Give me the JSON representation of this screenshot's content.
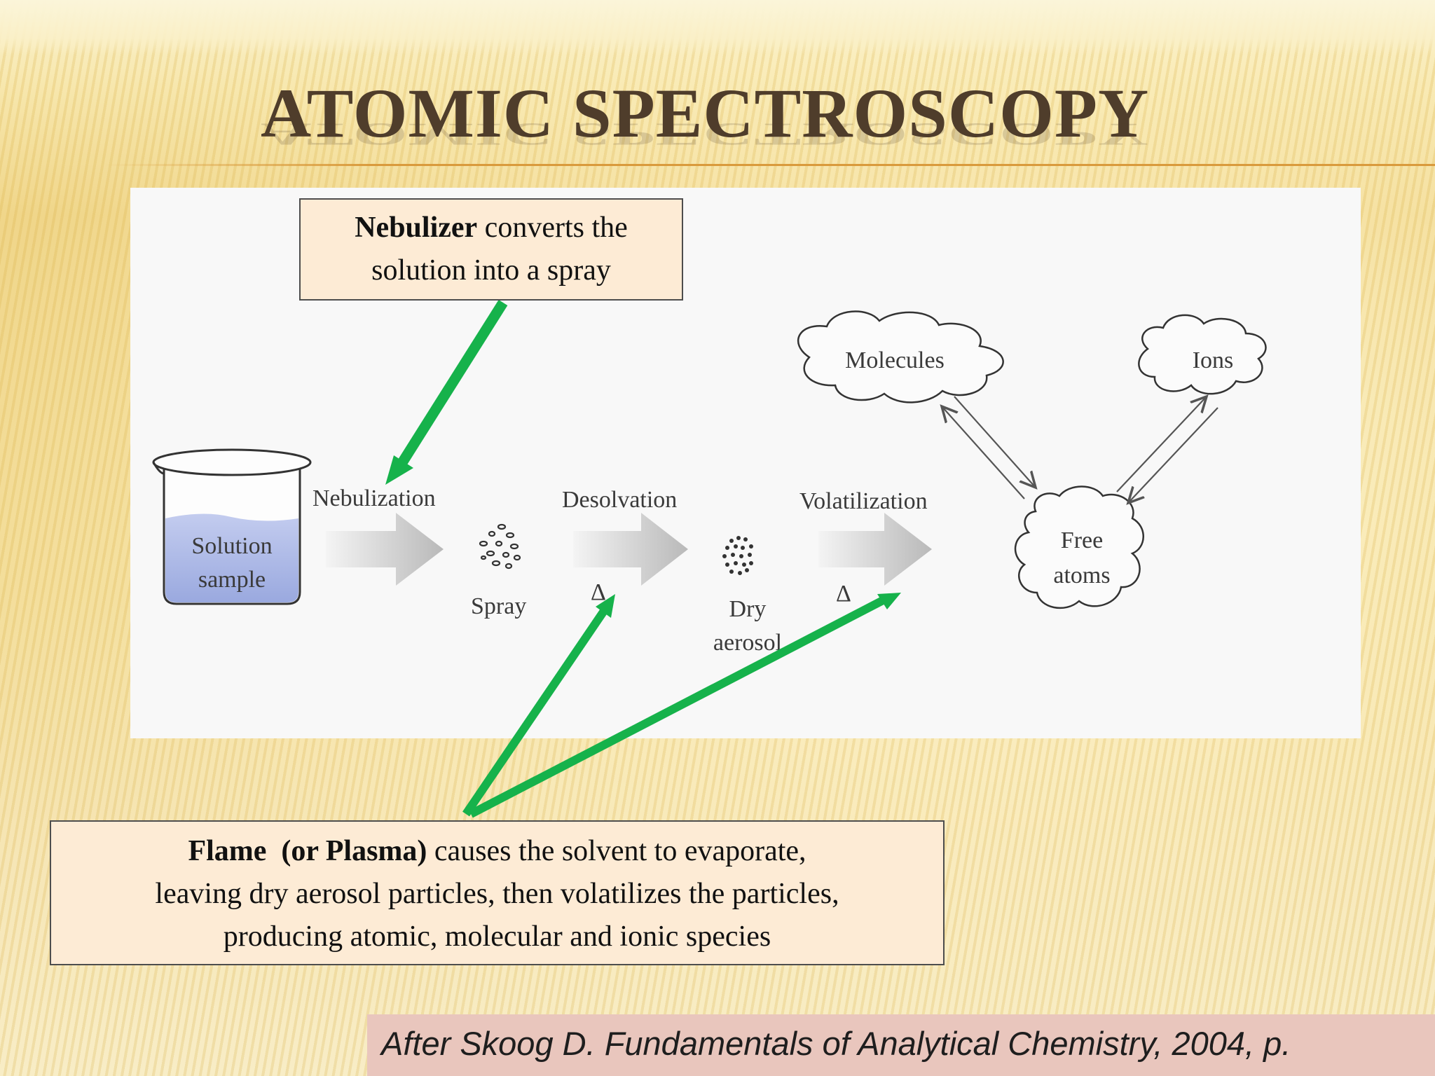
{
  "slide": {
    "title": "ATOMIC SPECTROSCOPY"
  },
  "diagram": {
    "beaker_label_line1": "Solution",
    "beaker_label_line2": "sample",
    "steps": {
      "nebulization": "Nebulization",
      "desolvation": "Desolvation",
      "volatilization": "Volatilization"
    },
    "products": {
      "spray": "Spray",
      "dry_aerosol_line1": "Dry",
      "dry_aerosol_line2": "aerosol",
      "free_atoms_line1": "Free",
      "free_atoms_line2": "atoms",
      "molecules": "Molecules",
      "ions": "Ions"
    },
    "heat_symbol": "Δ"
  },
  "callouts": {
    "nebulizer": {
      "bold": "Nebulizer",
      "line1_rest": " converts the",
      "line2": "solution into a spray"
    },
    "flame": {
      "bold": "Flame  (or Plasma)",
      "line1_rest": " causes the solvent to evaporate,",
      "line2": "leaving dry aerosol particles, then volatilizes the particles,",
      "line3": "producing atomic, molecular and ionic species"
    }
  },
  "citation": "After Skoog D. Fundamentals of Analytical Chemistry, 2004, p.",
  "colors": {
    "title": "#4f3d2b",
    "pointer_arrows": "#16b24b",
    "callout_fill": "#fdebd5",
    "citation_fill": "#e9c6bd",
    "solution_fill": "#a9b7e6"
  }
}
